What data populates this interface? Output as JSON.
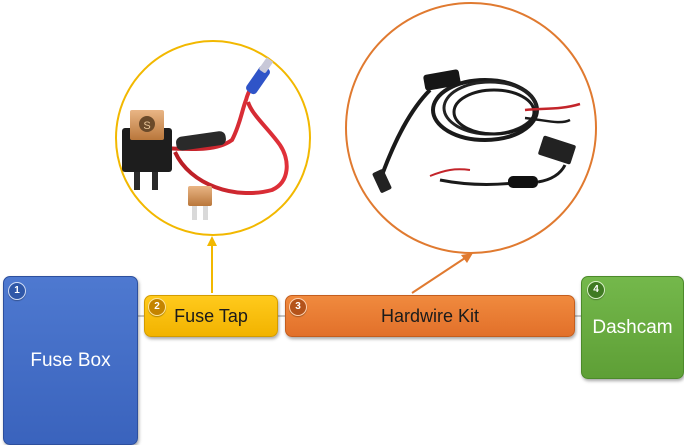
{
  "diagram": {
    "steps": [
      {
        "number": "1",
        "label": "Fuse Box",
        "color": "#4472c4"
      },
      {
        "number": "2",
        "label": "Fuse Tap",
        "color": "#ffc000"
      },
      {
        "number": "3",
        "label": "Hardwire Kit",
        "color": "#ed7d31"
      },
      {
        "number": "4",
        "label": "Dashcam",
        "color": "#70ad47"
      }
    ],
    "callouts": {
      "fuse_tap_circle_color": "#f2b800",
      "hardwire_circle_color": "#e07a30"
    }
  }
}
